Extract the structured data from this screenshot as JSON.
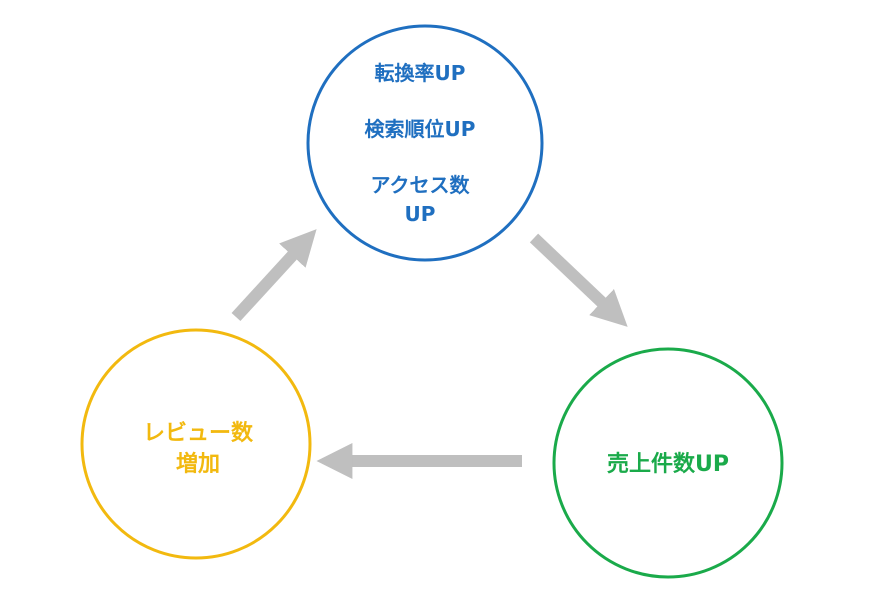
{
  "nodes": {
    "top": {
      "lines": [
        "転換率UP",
        "検索順位UP",
        "アクセス数",
        "UP"
      ],
      "color": "#1f6fc0"
    },
    "right": {
      "lines": [
        "売上件数UP"
      ],
      "color": "#1aaa4a"
    },
    "left": {
      "lines": [
        "レビュー数",
        "増加"
      ],
      "color": "#f2b90f"
    }
  },
  "arrow_color": "#bfbfbf"
}
